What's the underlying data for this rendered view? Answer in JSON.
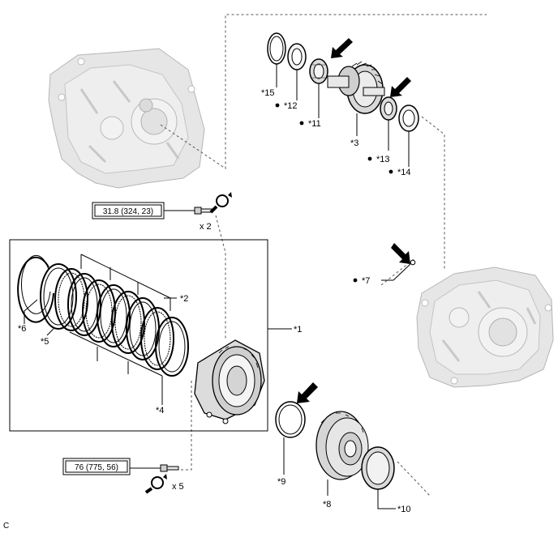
{
  "callouts": {
    "c1": "*1",
    "c2": "*2",
    "c3": "*3",
    "c4": "*4",
    "c5": "*5",
    "c6": "*6",
    "c7": "*7",
    "c8": "*8",
    "c9": "*9",
    "c10": "*10",
    "c11": "*11",
    "c12": "*12",
    "c13": "*13",
    "c14": "*14",
    "c15": "*15"
  },
  "torque": {
    "upper": "31.8 (324, 23)",
    "lower": "76 (775, 56)"
  },
  "quantity": {
    "upper": "x 2",
    "lower": "x 5"
  },
  "corner_letter": "C",
  "colors": {
    "line": "#000000",
    "casting_fill": "#e6e6e6",
    "casting_edge": "#b5b5b5",
    "part_fill": "#dcdcdc"
  },
  "icons": {
    "arrow": "install-direction-arrow-icon",
    "torque": "torque-wrench-icon",
    "reuse": "non-reusable-dot-icon"
  }
}
